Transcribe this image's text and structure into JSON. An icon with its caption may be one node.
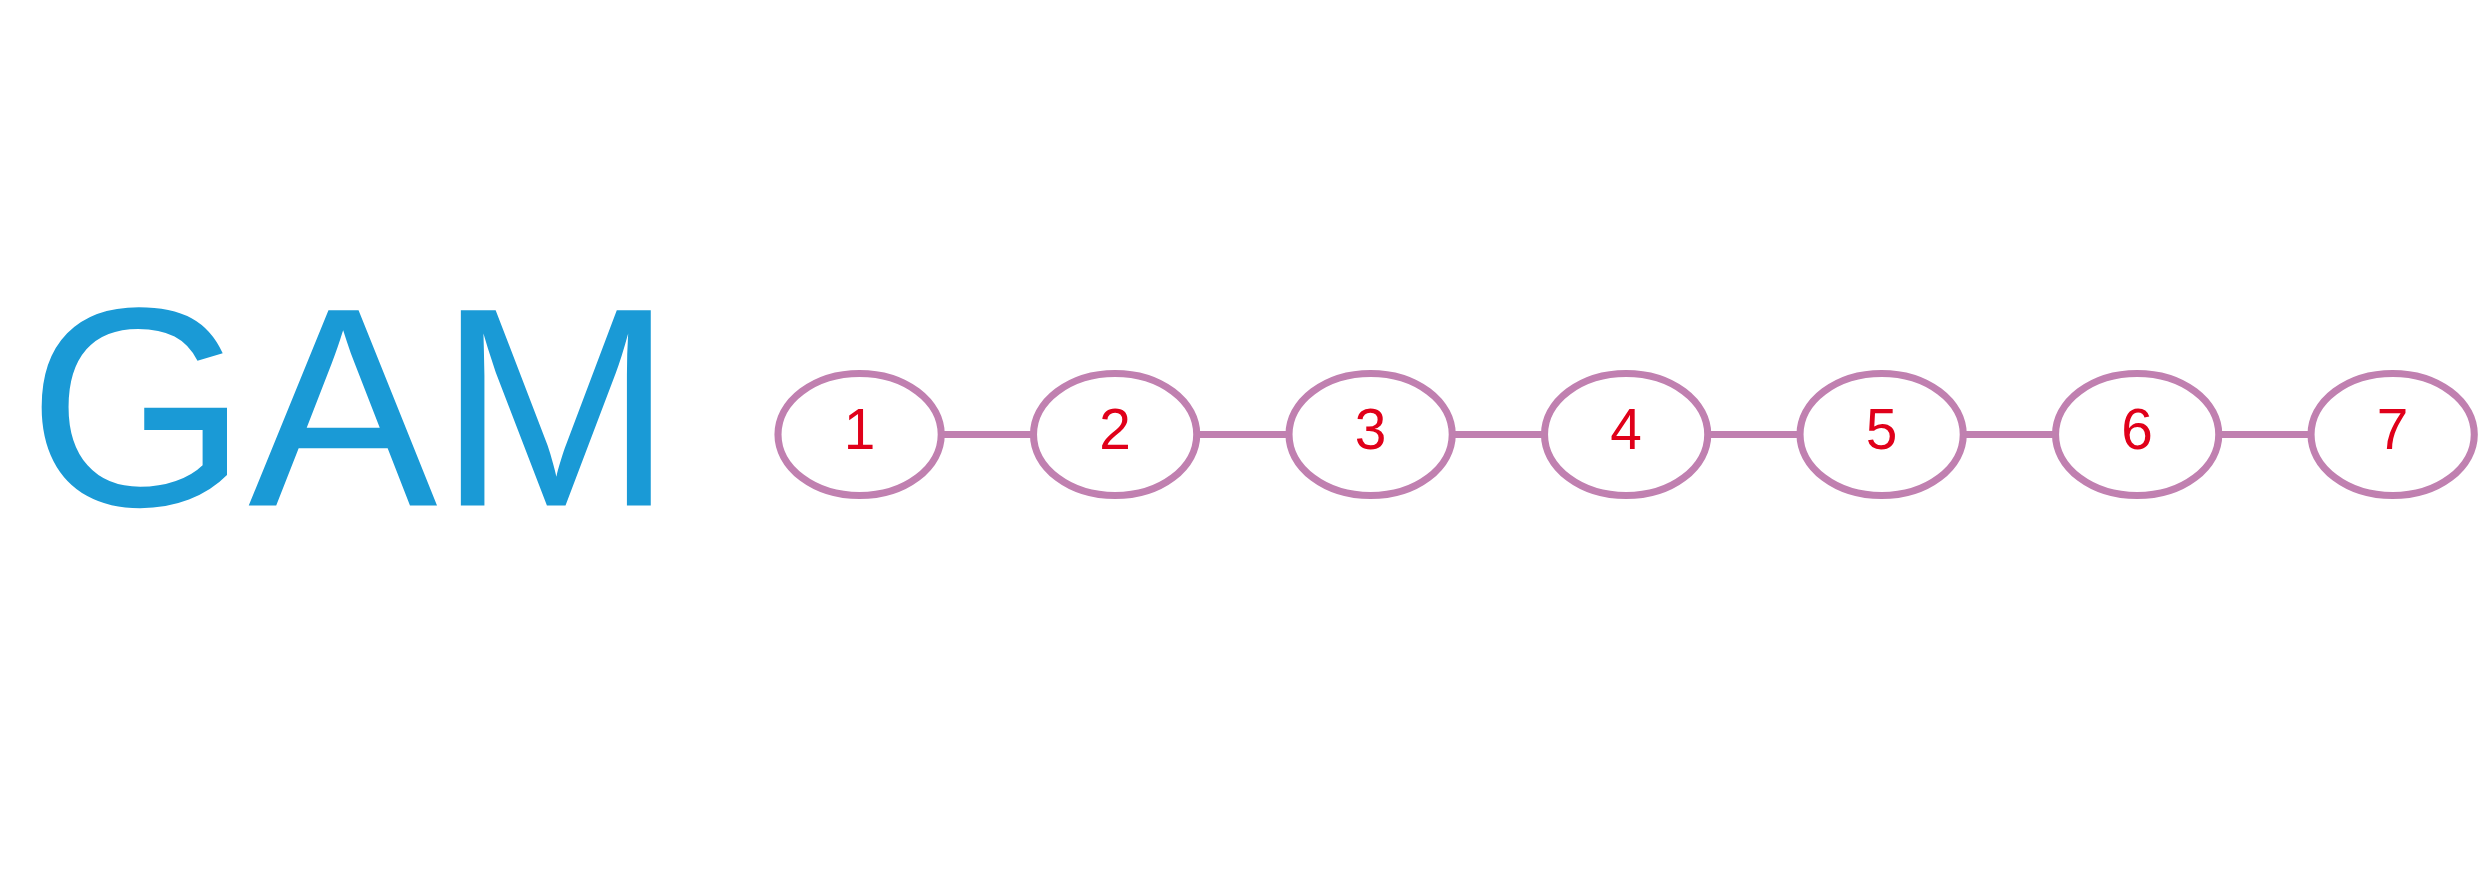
{
  "diagram": {
    "nodes": [
      {
        "text": [
          "1"
        ]
      },
      {
        "text": [
          "2"
        ]
      },
      {
        "text": [
          "3"
        ]
      },
      {
        "text": [
          "4"
        ]
      },
      {
        "text": [
          "5"
        ]
      },
      {
        "text": [
          "6"
        ]
      },
      {
        "text": [
          "7"
        ]
      }
    ],
    "edges": [
      {
        "from": 0,
        "to": 1,
        "arrow": "none"
      },
      {
        "from": 1,
        "to": 2,
        "arrow": "none"
      },
      {
        "from": 2,
        "to": 3,
        "arrow": "none"
      },
      {
        "from": 3,
        "to": 4,
        "arrow": "none"
      },
      {
        "from": 4,
        "to": 5,
        "arrow": "none"
      },
      {
        "from": 5,
        "to": 6,
        "arrow": "none"
      }
    ],
    "labels": [
      "GAM"
    ]
  }
}
